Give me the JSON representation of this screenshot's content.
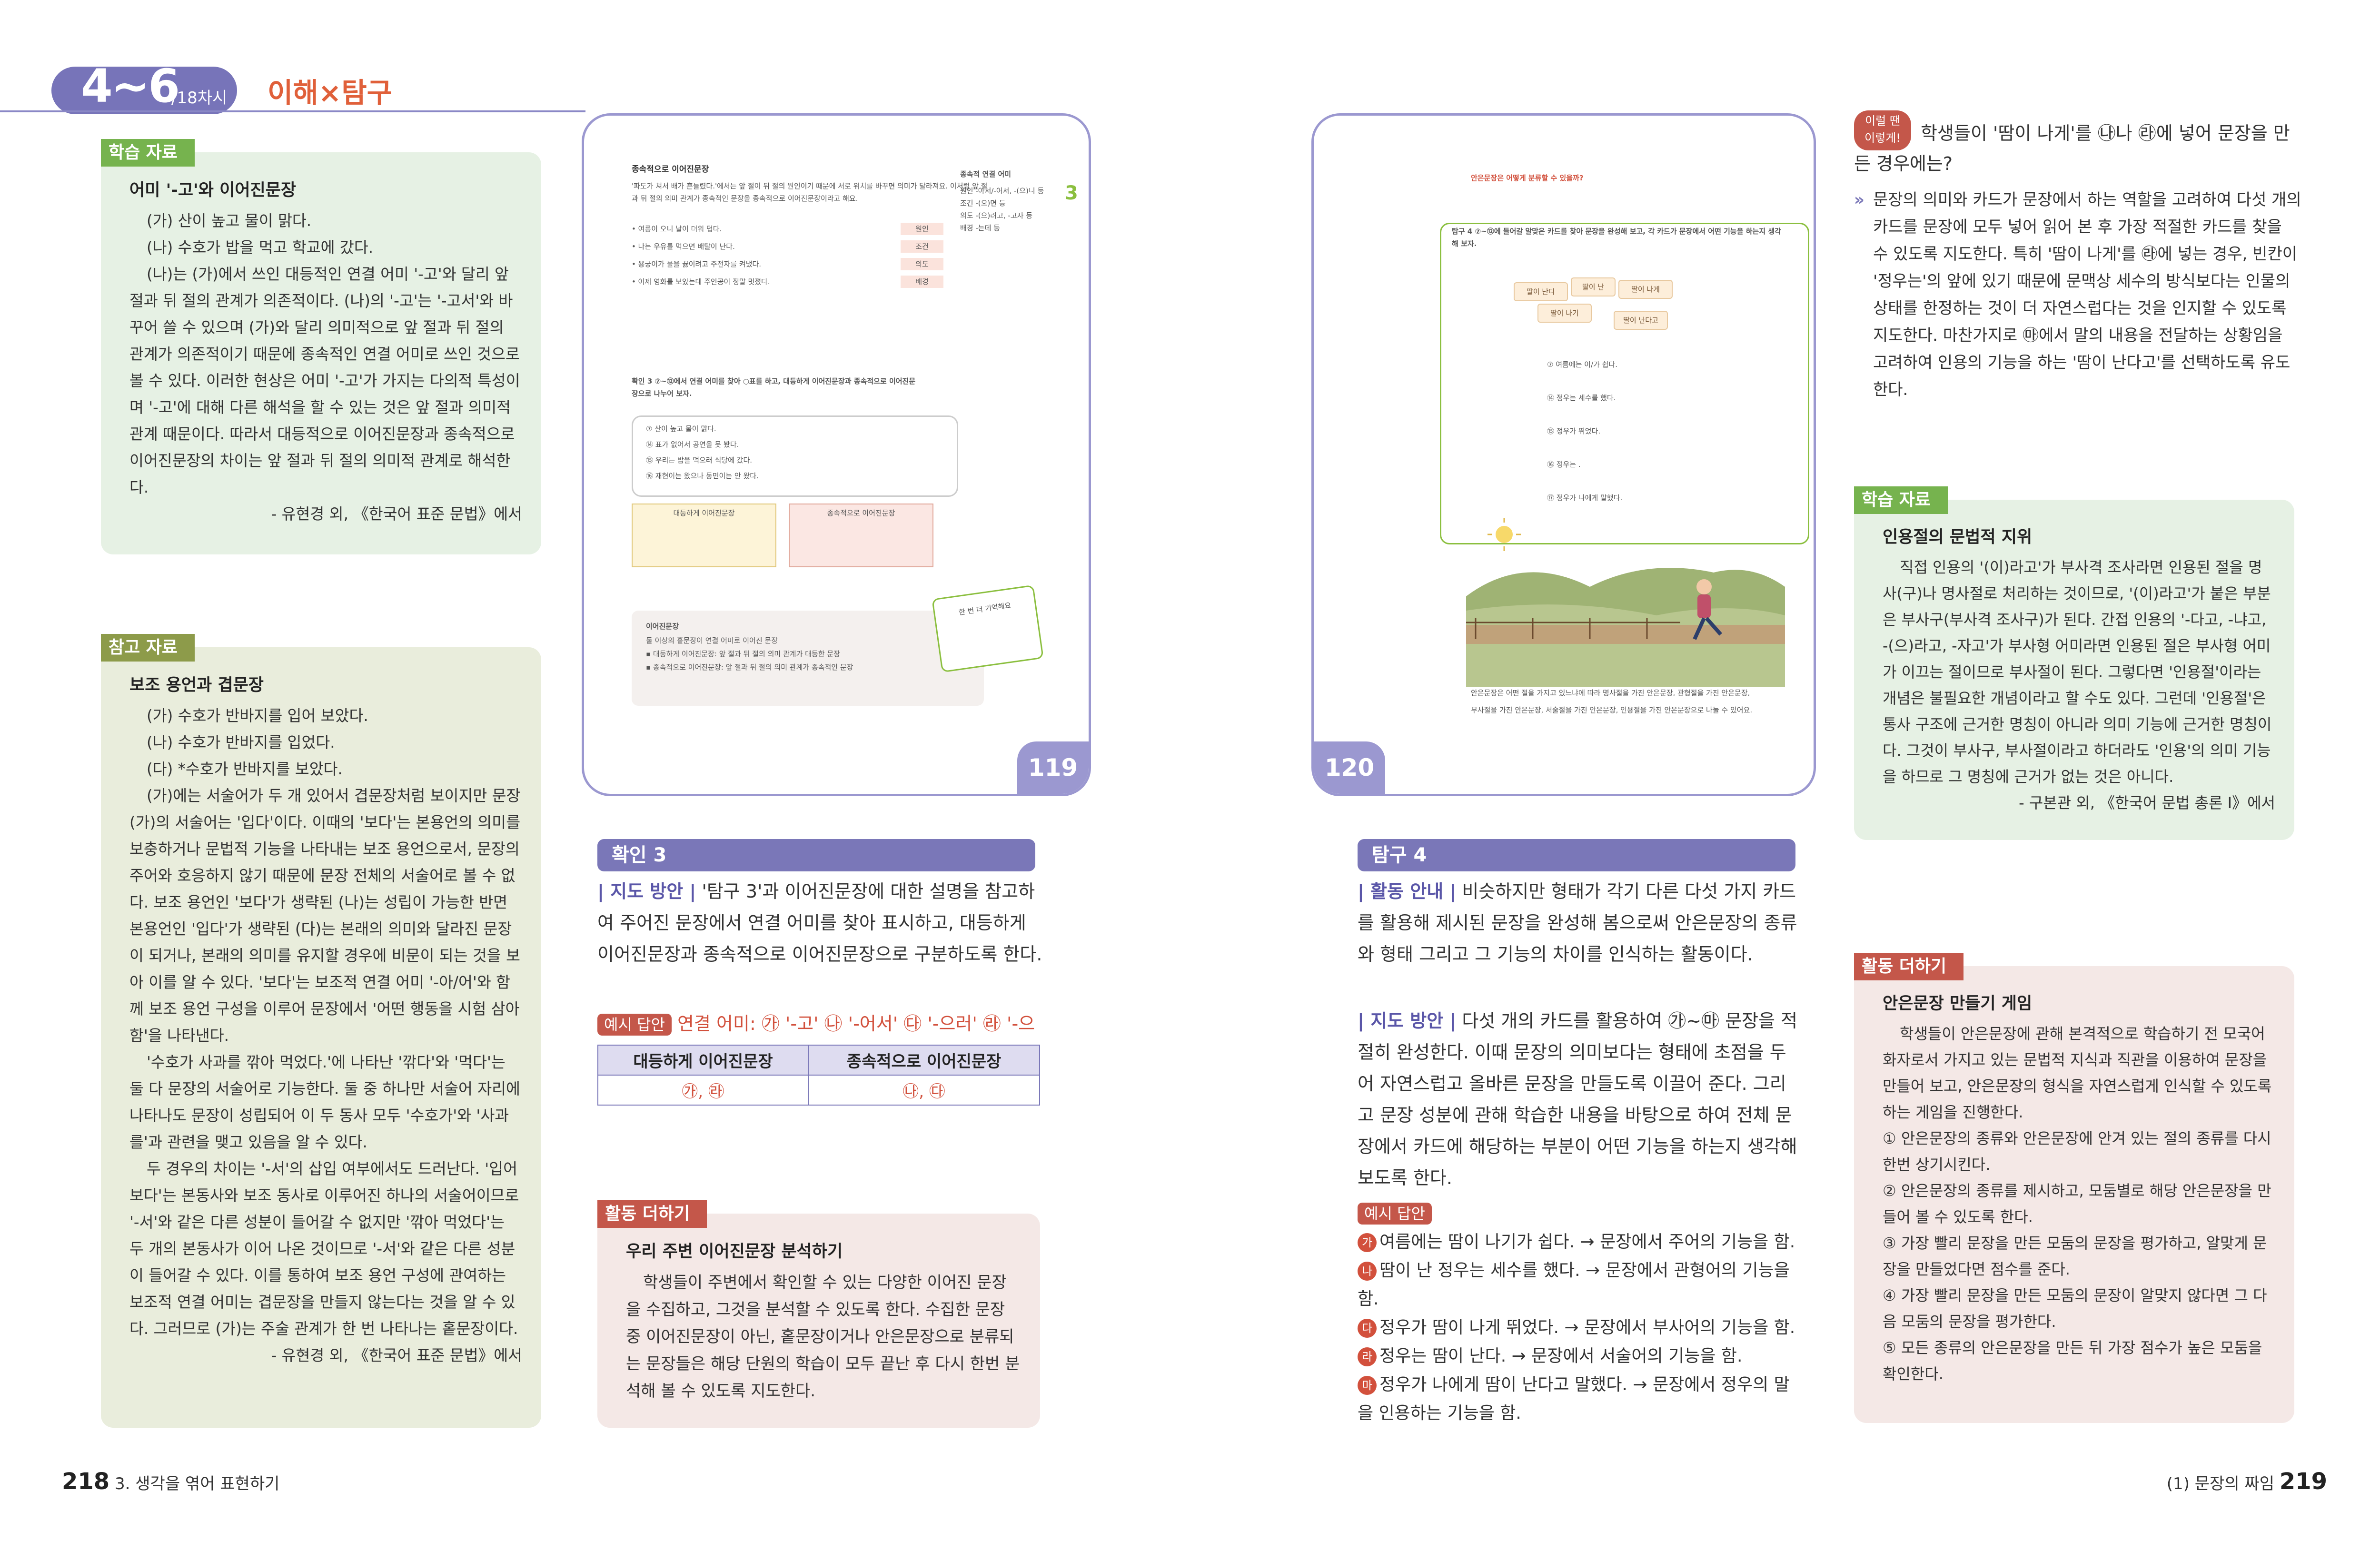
{
  "header": {
    "lesson": "4~6",
    "lesson_sub": "/18차시",
    "topic": "이해×탐구"
  },
  "left_col": {
    "box1": {
      "tab": "학습 자료",
      "title": "어미 '-고'와 이어진문장",
      "lines": [
        "(가) 산이 높고 물이 맑다.",
        "(나) 수호가 밥을 먹고 학교에 갔다."
      ],
      "body": "(나)는 (가)에서 쓰인 대등적인 연결 어미 '-고'와 달리 앞 절과 뒤 절의 관계가 의존적이다. (나)의 '-고'는 '-고서'와 바꾸어 쓸 수 있으며 (가)와 달리 의미적으로 앞 절과 뒤 절의 관계가 의존적이기 때문에 종속적인 연결 어미로 쓰인 것으로 볼 수 있다. 이러한 현상은 어미 '-고'가 가지는 다의적 특성이며 '-고'에 대해 다른 해석을 할 수 있는 것은 앞 절과 의미적 관계 때문이다. 따라서 대등적으로 이어진문장과 종속적으로 이어진문장의 차이는 앞 절과 뒤 절의 의미적 관계로 해석한다.",
      "source": "- 유현경 외, 《한국어 표준 문법》에서"
    },
    "box2": {
      "tab": "참고 자료",
      "title": "보조 용언과 겹문장",
      "lines": [
        "(가) 수호가 반바지를 입어 보았다.",
        "(나) 수호가 반바지를 입었다.",
        "(다) *수호가 반바지를 보았다."
      ],
      "body": "(가)에는 서술어가 두 개 있어서 겹문장처럼 보이지만 문장 (가)의 서술어는 '입다'이다. 이때의 '보다'는 본용언의 의미를 보충하거나 문법적 기능을 나타내는 보조 용언으로서, 문장의 주어와 호응하지 않기 때문에 문장 전체의 서술어로 볼 수 없다. 보조 용언인 '보다'가 생략된 (나)는 성립이 가능한 반면 본용언인 '입다'가 생략된 (다)는 본래의 의미와 달라진 문장이 되거나, 본래의 의미를 유지할 경우에 비문이 되는 것을 보아 이를 알 수 있다. '보다'는 보조적 연결 어미 '-아/어'와 함께 보조 용언 구성을 이루어 문장에서 '어떤 행동을 시험 삼아 함'을 나타낸다.",
      "body2": "'수호가 사과를 깎아 먹었다.'에 나타난 '깎다'와 '먹다'는 둘 다 문장의 서술어로 기능한다. 둘 중 하나만 서술어 자리에 나타나도 문장이 성립되어 이 두 동사 모두 '수호가'와 '사과를'과 관련을 맺고 있음을 알 수 있다.",
      "body3": "두 경우의 차이는 '-서'의 삽입 여부에서도 드러난다. '입어 보다'는 본동사와 보조 동사로 이루어진 하나의 서술어이므로 '-서'와 같은 다른 성분이 들어갈 수 없지만 '깎아 먹었다'는 두 개의 본동사가 이어 나온 것이므로 '-서'와 같은 다른 성분이 들어갈 수 있다. 이를 통하여 보조 용언 구성에 관여하는 보조적 연결 어미는 겹문장을 만들지 않는다는 것을 알 수 있다. 그러므로 (가)는 주술 관계가 한 번 나타나는 홑문장이다.",
      "source": "- 유현경 외, 《한국어 표준 문법》에서"
    }
  },
  "thumb119": {
    "page": "119",
    "section": "3",
    "title": "종속적으로 이어진문장",
    "intro": "'파도가 쳐서 배가 흔들렸다.'에서는 앞 절이 뒤 절의 원인이기 때문에 서로 위치를 바꾸면 의미가 달라져요. 이처럼 앞 절과 뒤 절의 의미 관계가 종속적인 문장을 종속적으로 이어진문장이라고 해요.",
    "examples": [
      "• 여름이 오니 날이 더워 덥다.",
      "• 나는 우유를 먹으면 배탈이 난다.",
      "• 용궁이가 물을 끓이려고 주전자를 켜냈다.",
      "• 어제 영화를 보았는데 주인공이 정말 멋졌다."
    ],
    "relations": [
      "원인",
      "조건",
      "의도",
      "배경"
    ],
    "table_title": "종속적 연결 어미",
    "table_rows": [
      "원인 -아서/-어서, -(으)니 등",
      "조건 -(으)면 등",
      "의도 -(으)려고, -고자 등",
      "배경 -는데 등"
    ],
    "task": "확인 3  ⑦~⑫에서 연결 어미를 찾아 ○표를 하고, 대등하게 이어진문장과 종속적으로 이어진문장으로 나누어 보자.",
    "task_items": [
      "⑦ 산이 높고 물이 맑다.",
      "⑭ 표가 없어서 공연을 못 봤다.",
      "⑮ 우리는 밥을 먹으러 식당에 갔다.",
      "⑯ 재현이는 왔으나 동민이는 안 왔다."
    ],
    "col1": "대등하게 이어진문장",
    "col2": "종속적으로 이어진문장",
    "summary_title": "이어진문장",
    "summary": [
      "둘 이상의 홑문장이 연결 어미로 이어진 문장",
      "▪ 대등하게 이어진문장: 앞 절과 뒤 절의 의미 관계가 대등한 문장",
      "▪ 종속적으로 이어진문장: 앞 절과 뒤 절의 의미 관계가 종속적인 문장"
    ],
    "note": "한 번 더 기억해요"
  },
  "thumb120": {
    "page": "120",
    "title": "안은문장은 어떻게 분류할 수 있을까?",
    "task": "탐구 4  ⑦~⑫에 들어갈 알맞은 카드를 찾아 문장을 완성해 보고, 각 카드가 문장에서 어떤 기능을 하는지 생각해 보자.",
    "cards": [
      "딸이 난다",
      "딸이 난",
      "딸이 나게",
      "딸이 나기",
      "딸이 난다고"
    ],
    "blanks": [
      "⑦ 여름에는        이/가 쉽다.",
      "⑭        정우는 세수를 했다.",
      "⑮ 정우가        뛰었다.",
      "⑯ 정우는        .",
      "⑰ 정우가 나에게        말했다."
    ],
    "caption": "안은문장은 어떤 절을 가지고 있느냐에 따라 명사절을 가진 안은문장, 관형절을 가진 안은문장, 부사절을 가진 안은문장, 서술절을 가진 안은문장, 인용절을 가진 안은문장으로 나눌 수 있어요."
  },
  "check3": {
    "heading": "확인 3",
    "guide_label": "| 지도 방안 |",
    "guide": "'탐구 3'과 이어진문장에 대한 설명을 참고하여 주어진 문장에서 연결 어미를 찾아 표시하고, 대등하게 이어진문장과 종속적으로 이어진문장으로 구분하도록 한다.",
    "answer_label": "예시 답안",
    "answer": "연결 어미: ㉮ '-고'  ㉯ '-어서'  ㉰ '-으러'  ㉱ '-으나'",
    "col1": "대등하게 이어진문장",
    "col2": "종속적으로 이어진문장",
    "val1": "㉮, ㉱",
    "val2": "㉯, ㉰"
  },
  "extra1": {
    "tab": "활동 더하기",
    "title": "우리 주변 이어진문장 분석하기",
    "body": "학생들이 주변에서 확인할 수 있는 다양한 이어진 문장을 수집하고, 그것을 분석할 수 있도록 한다. 수집한 문장 중 이어진문장이 아닌, 홑문장이거나 안은문장으로 분류되는 문장들은 해당 단원의 학습이 모두 끝난 후 다시 한번 분석해 볼 수 있도록 지도한다."
  },
  "explore4": {
    "heading": "탐구 4",
    "guide1_label": "| 활동 안내 |",
    "guide1": "비슷하지만 형태가 각기 다른 다섯 가지 카드를 활용해 제시된 문장을 완성해 봄으로써 안은문장의 종류와 형태 그리고 그 기능의 차이를 인식하는 활동이다.",
    "guide2_label": "| 지도 방안 |",
    "guide2": "다섯 개의 카드를 활용하여 ㉮~㉲ 문장을 적절히 완성한다. 이때 문장의 의미보다는 형태에 초점을 두어 자연스럽고 올바른 문장을 만들도록 이끌어 준다. 그리고 문장 성분에 관해 학습한 내용을 바탕으로 하여 전체 문장에서 카드에 해당하는 부분이 어떤 기능을 하는지 생각해 보도록 한다.",
    "answer_label": "예시 답안",
    "answers": [
      {
        "mark": "가",
        "text": "여름에는 땀이 나기가 쉽다. → 문장에서 주어의 기능을 함."
      },
      {
        "mark": "나",
        "text": "땀이 난 정우는 세수를 했다. → 문장에서 관형어의 기능을 함."
      },
      {
        "mark": "다",
        "text": "정우가 땀이 나게 뛰었다. → 문장에서 부사어의 기능을 함."
      },
      {
        "mark": "라",
        "text": "정우는 땀이 난다. → 문장에서 서술어의 기능을 함."
      },
      {
        "mark": "마",
        "text": "정우가 나에게 땀이 난다고 말했다. → 문장에서 정우의 말을 인용하는 기능을 함."
      }
    ]
  },
  "tip": {
    "badge_top": "이럴 땐",
    "badge_bottom": "이렇게!",
    "question": "학생들이 '땀이 나게'를 ㉯나 ㉱에 넣어 문장을 만든 경우에는?",
    "answer": "문장의 의미와 카드가 문장에서 하는 역할을 고려하여 다섯 개의 카드를 문장에 모두 넣어 읽어 본 후 가장 적절한 카드를 찾을 수 있도록 지도한다. 특히 '땀이 나게'를 ㉱에 넣는 경우, 빈칸이 '정우는'의 앞에 있기 때문에 문맥상 세수의 방식보다는 인물의 상태를 한정하는 것이 더 자연스럽다는 것을 인지할 수 있도록 지도한다. 마찬가지로 ㉲에서 말의 내용을 전달하는 상황임을 고려하여 인용의 기능을 하는 '땀이 난다고'를 선택하도록 유도한다."
  },
  "right_col": {
    "box1": {
      "tab": "학습 자료",
      "title": "인용절의 문법적 지위",
      "body": "직접 인용의 '(이)라고'가 부사격 조사라면 인용된 절을 명사(구)나 명사절로 처리하는 것이므로, '(이)라고'가 붙은 부분은 부사구(부사격 조사구)가 된다. 간접 인용의 '-다고, -냐고, -(으)라고, -자고'가 부사형 어미라면 인용된 절은 부사형 어미가 이끄는 절이므로 부사절이 된다. 그렇다면 '인용절'이라는 개념은 불필요한 개념이라고 할 수도 있다. 그런데 '인용절'은 통사 구조에 근거한 명칭이 아니라 의미 기능에 근거한 명칭이다. 그것이 부사구, 부사절이라고 하더라도 '인용'의 의미 기능을 하므로 그 명칭에 근거가 없는 것은 아니다.",
      "source": "- 구본관 외, 《한국어 문법 총론 Ⅰ》에서"
    },
    "box2": {
      "tab": "활동 더하기",
      "title": "안은문장 만들기 게임",
      "body": "학생들이 안은문장에 관해 본격적으로 학습하기 전 모국어 화자로서 가지고 있는 문법적 지식과 직관을 이용하여 문장을 만들어 보고, 안은문장의 형식을 자연스럽게 인식할 수 있도록 하는 게임을 진행한다.",
      "steps": [
        "① 안은문장의 종류와 안은문장에 안겨 있는 절의 종류를 다시 한번 상기시킨다.",
        "② 안은문장의 종류를 제시하고, 모둠별로 해당 안은문장을 만들어 볼 수 있도록 한다.",
        "③ 가장 빨리 문장을 만든 모둠의 문장을 평가하고, 알맞게 문장을 만들었다면 점수를 준다.",
        "④ 가장 빨리 문장을 만든 모둠의 문장이 알맞지 않다면 그 다음 모둠의 문장을 평가한다.",
        "⑤ 모든 종류의 안은문장을 만든 뒤 가장 점수가 높은 모둠을 확인한다."
      ]
    }
  },
  "footer": {
    "left_page": "218",
    "left_text": "3. 생각을 엮어 표현하기",
    "right_text": "(1) 문장의 짜임",
    "right_page": "219"
  }
}
